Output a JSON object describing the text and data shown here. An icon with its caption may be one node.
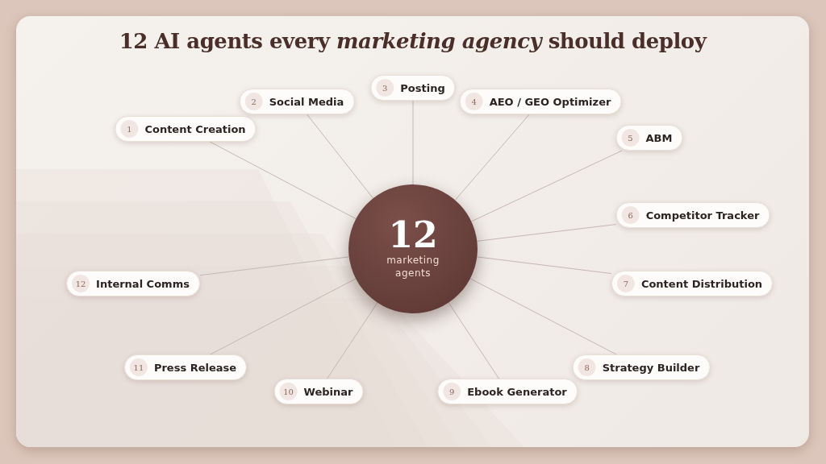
{
  "diagram": {
    "title": "12 AI agents every *marketing agency* should deploy",
    "nodes": [
      {
        "text": [
          "12",
          "marketing agents"
        ]
      },
      {
        "text": [
          "1",
          "Content Creation"
        ]
      },
      {
        "text": [
          "2",
          "Social Media"
        ]
      },
      {
        "text": [
          "3",
          "Posting"
        ]
      },
      {
        "text": [
          "4",
          "AEO / GEO Optimizer"
        ]
      },
      {
        "text": [
          "5",
          "ABM"
        ]
      },
      {
        "text": [
          "6",
          "Competitor Tracker"
        ]
      },
      {
        "text": [
          "7",
          "Content Distribution"
        ]
      },
      {
        "text": [
          "8",
          "Strategy Builder"
        ]
      },
      {
        "text": [
          "9",
          "Ebook Generator"
        ]
      },
      {
        "text": [
          "10",
          "Webinar"
        ]
      },
      {
        "text": [
          "11",
          "Press Release"
        ]
      },
      {
        "text": [
          "12",
          "Internal Comms"
        ]
      }
    ],
    "edges": [
      {
        "from": 0,
        "to": 1,
        "arrow": "none"
      },
      {
        "from": 0,
        "to": 2,
        "arrow": "none"
      },
      {
        "from": 0,
        "to": 3,
        "arrow": "none"
      },
      {
        "from": 0,
        "to": 4,
        "arrow": "none"
      },
      {
        "from": 0,
        "to": 5,
        "arrow": "none"
      },
      {
        "from": 0,
        "to": 6,
        "arrow": "none"
      },
      {
        "from": 0,
        "to": 7,
        "arrow": "none"
      },
      {
        "from": 0,
        "to": 8,
        "arrow": "none"
      },
      {
        "from": 0,
        "to": 9,
        "arrow": "none"
      },
      {
        "from": 0,
        "to": 10,
        "arrow": "none"
      },
      {
        "from": 0,
        "to": 11,
        "arrow": "none"
      },
      {
        "from": 0,
        "to": 12,
        "arrow": "none"
      }
    ]
  }
}
